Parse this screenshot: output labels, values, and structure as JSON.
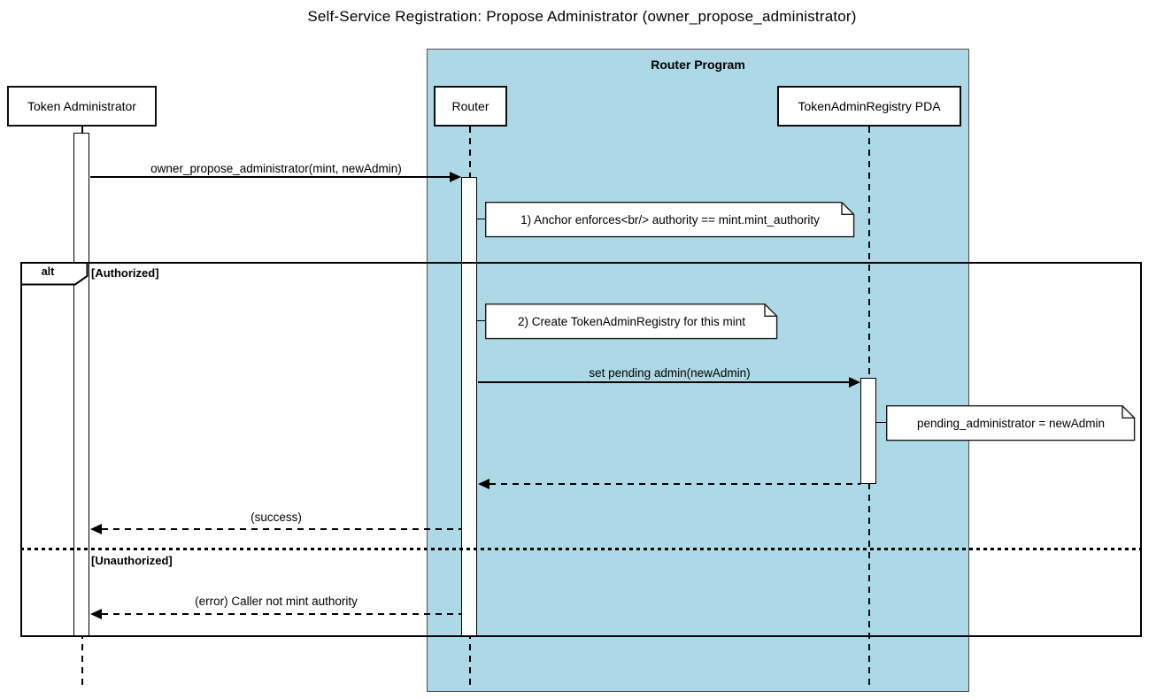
{
  "title": "Self-Service Registration: Propose Administrator (owner_propose_administrator)",
  "container": {
    "label": "Router Program"
  },
  "participants": [
    {
      "label": "Token Administrator"
    },
    {
      "label": "Router"
    },
    {
      "label": "TokenAdminRegistry PDA"
    }
  ],
  "messages": [
    {
      "label": "owner_propose_administrator(mint, newAdmin)",
      "type": "call",
      "from": "Token Administrator",
      "to": "Router"
    },
    {
      "label": "set pending admin(newAdmin)",
      "type": "call",
      "from": "Router",
      "to": "TokenAdminRegistry PDA"
    },
    {
      "label": "",
      "type": "return",
      "from": "TokenAdminRegistry PDA",
      "to": "Router"
    },
    {
      "label": "(success)",
      "type": "return",
      "from": "Router",
      "to": "Token Administrator"
    },
    {
      "label": "(error) Caller not mint authority",
      "type": "return",
      "from": "Router",
      "to": "Token Administrator"
    }
  ],
  "notes": [
    {
      "text": "1) Anchor enforces<br/> authority == mint.mint_authority"
    },
    {
      "text": "2) Create TokenAdminRegistry for this mint"
    },
    {
      "text": "pending_administrator = newAdmin"
    }
  ],
  "alt": {
    "operator": "alt",
    "guard_authorized": "[Authorized]",
    "guard_unauthorized": "[Unauthorized]"
  },
  "colors": {
    "container_fill": "#ADD8E6",
    "shape_fill": "#FFFFFF",
    "line": "#000000"
  }
}
